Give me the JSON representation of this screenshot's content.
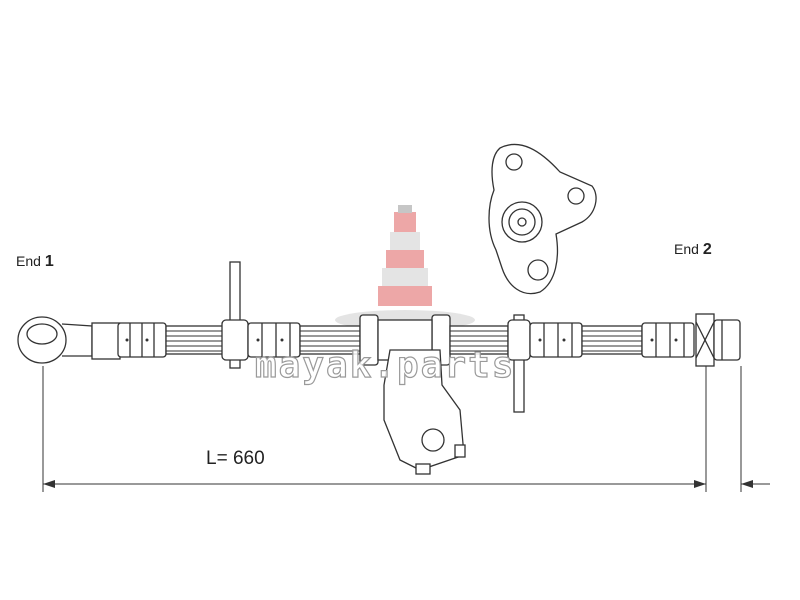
{
  "labels": {
    "end1_word": "End",
    "end1_number": "1",
    "end2_word": "End",
    "end2_number": "2",
    "length": "L= 660"
  },
  "watermark": "mayak.parts",
  "colors": {
    "line": "#333333",
    "background": "#ffffff",
    "watermark_red": "#e06060",
    "watermark_gray": "#b0b0b0"
  }
}
